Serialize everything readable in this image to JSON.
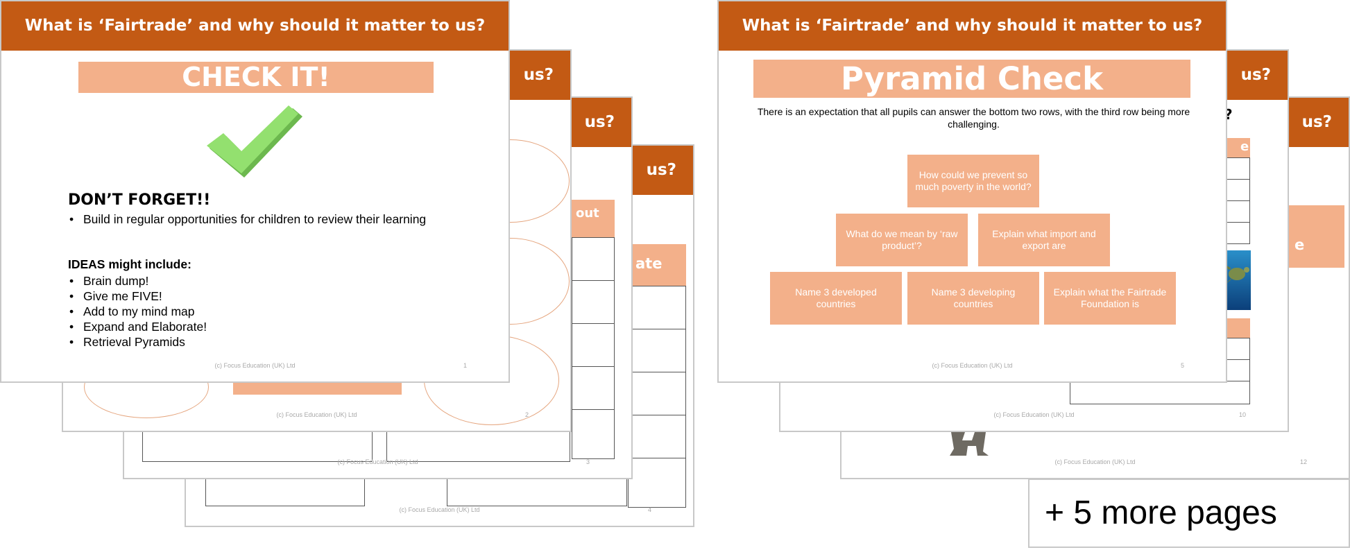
{
  "slides": {
    "header_title": "What is ‘Fairtrade’ and why should it matter to us?",
    "peek_header": "us?",
    "footer_text": "(c) Focus Education (UK) Ltd",
    "back_left": {
      "slide2": {
        "page": "2"
      },
      "slide3": {
        "page": "3",
        "label": "out"
      },
      "slide4": {
        "page": "4",
        "label": "ate"
      }
    },
    "front_left": {
      "banner": "CHECK IT!",
      "dont_forget": "DON’T FORGET!!",
      "review_items": [
        "Build in regular opportunities for children to review their learning"
      ],
      "ideas_title": "IDEAS might include:",
      "ideas": [
        "Brain dump!",
        "Give me FIVE!",
        "Add to my mind map",
        "Expand and Elaborate!",
        "Retrieval Pyramids"
      ],
      "page": "1"
    },
    "back_right": {
      "slide10": {
        "page": "10",
        "peek_header": "us?",
        "question_peek": "?",
        "label": "e"
      },
      "slide12": {
        "page": "12",
        "label": "e"
      }
    },
    "front_right": {
      "banner": "Pyramid Check",
      "expectation": "There is an expectation that all pupils can answer the bottom two rows, with the third row being more challenging.",
      "pyramid": {
        "top": [
          "How could we prevent so much poverty in the world?"
        ],
        "middle": [
          "What do we mean by ‘raw product’?",
          "Explain what import and export are"
        ],
        "bottom": [
          "Name 3 developed countries",
          "Name 3 developing countries",
          "Explain what the Fairtrade Foundation is"
        ]
      },
      "page": "5"
    }
  },
  "more_pages": "+ 5 more pages",
  "colors": {
    "header": "#c35a14",
    "peach": "#f3b08a",
    "check_green": "#93e06f"
  },
  "icons": {
    "check": "check-icon",
    "turtle": "turtle-image",
    "figure": "figure-image"
  }
}
